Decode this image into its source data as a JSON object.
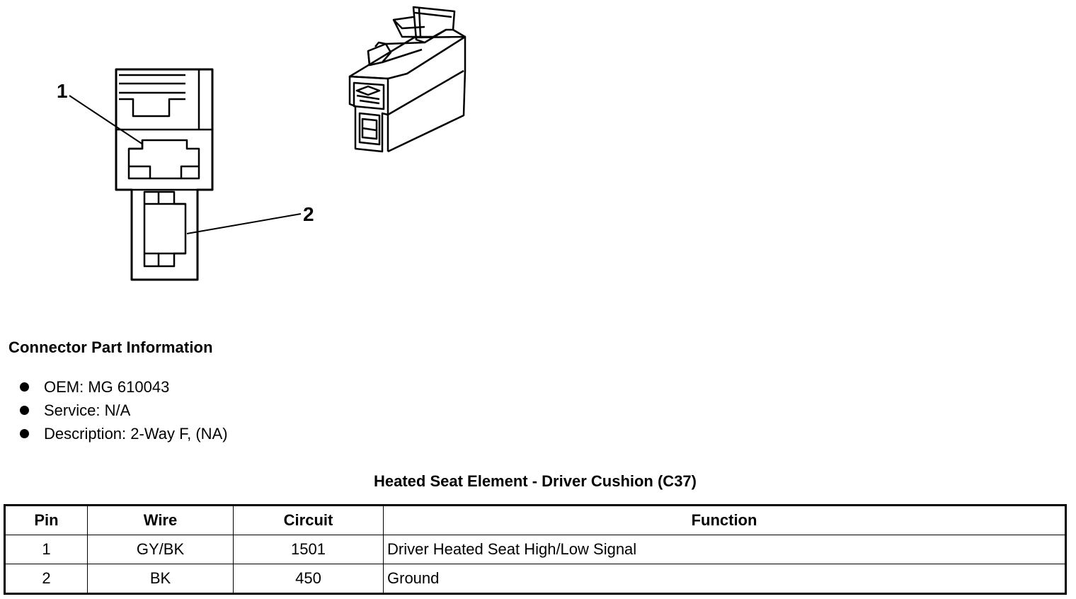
{
  "diagram": {
    "callouts": [
      {
        "label": "1"
      },
      {
        "label": "2"
      }
    ]
  },
  "connector_info": {
    "heading": "Connector Part Information",
    "items": [
      "OEM: MG 610043",
      "Service: N/A",
      "Description: 2-Way F, (NA)"
    ]
  },
  "pin_table": {
    "title": "Heated Seat Element - Driver Cushion (C37)",
    "columns": [
      "Pin",
      "Wire",
      "Circuit",
      "Function"
    ],
    "rows": [
      [
        "1",
        "GY/BK",
        "1501",
        "Driver Heated Seat High/Low Signal"
      ],
      [
        "2",
        "BK",
        "450",
        "Ground"
      ]
    ]
  }
}
